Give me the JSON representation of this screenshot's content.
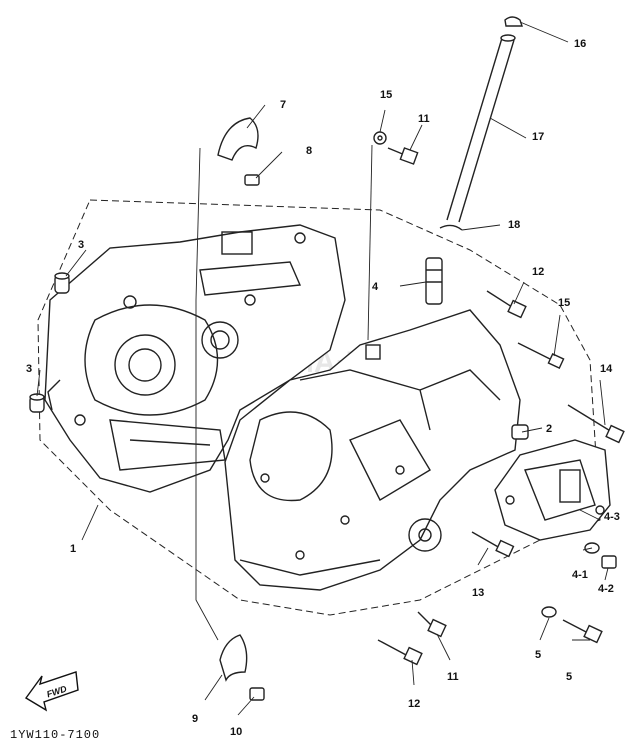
{
  "reference_code": "1YW110-7100",
  "fwd_label": "FWD",
  "callouts": {
    "c1": "1",
    "c2": "2",
    "c3a": "3",
    "c3b": "3",
    "c4": "4",
    "c4_1": "4-1",
    "c4_2": "4-2",
    "c4_3": "4-3",
    "c5a": "5",
    "c5b": "5",
    "c7": "7",
    "c8": "8",
    "c9": "9",
    "c10": "10",
    "c11a": "11",
    "c11b": "11",
    "c12a": "12",
    "c12b": "12",
    "c13": "13",
    "c14": "14",
    "c15a": "15",
    "c15b": "15",
    "c16": "16",
    "c17": "17",
    "c18": "18"
  },
  "colors": {
    "line": "#222222",
    "watermark": "#e9a1a5",
    "background": "#ffffff"
  }
}
